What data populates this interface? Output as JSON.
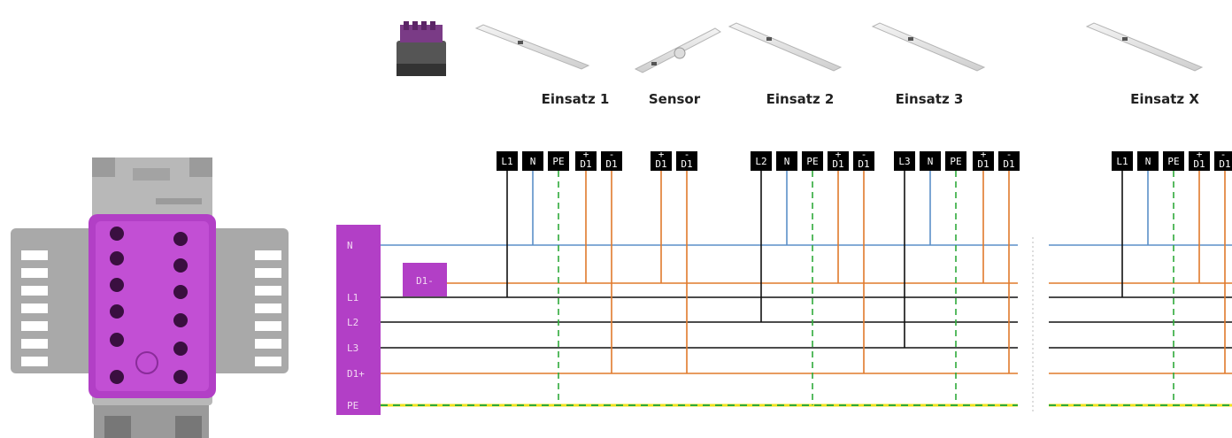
{
  "fixtures": [
    {
      "label": "Einsatz 1",
      "terminals": [
        "L1",
        "N",
        "PE",
        "D1",
        "D1"
      ]
    },
    {
      "label": "Sensor",
      "terminals": [
        "D1",
        "D1"
      ]
    },
    {
      "label": "Einsatz 2",
      "terminals": [
        "L2",
        "N",
        "PE",
        "D1",
        "D1"
      ]
    },
    {
      "label": "Einsatz 3",
      "terminals": [
        "L3",
        "N",
        "PE",
        "D1",
        "D1"
      ]
    },
    {
      "label": "Einsatz X",
      "terminals": [
        "L1",
        "N",
        "PE",
        "D1",
        "D1"
      ]
    }
  ],
  "terminal_signs": {
    "plus": "+",
    "minus": "-"
  },
  "bus_labels": [
    "N",
    "L1",
    "L2",
    "L3",
    "D1+",
    "PE"
  ],
  "d1_minus_label": "D1-",
  "colors": {
    "neutral": "#5b8fc8",
    "phase": "#111111",
    "dali": "#e07a2c",
    "pe_green": "#2eaa3a",
    "pe_yellow": "#f1e21f",
    "connector": "#b23fc6",
    "terminal_bg": "#000000"
  }
}
